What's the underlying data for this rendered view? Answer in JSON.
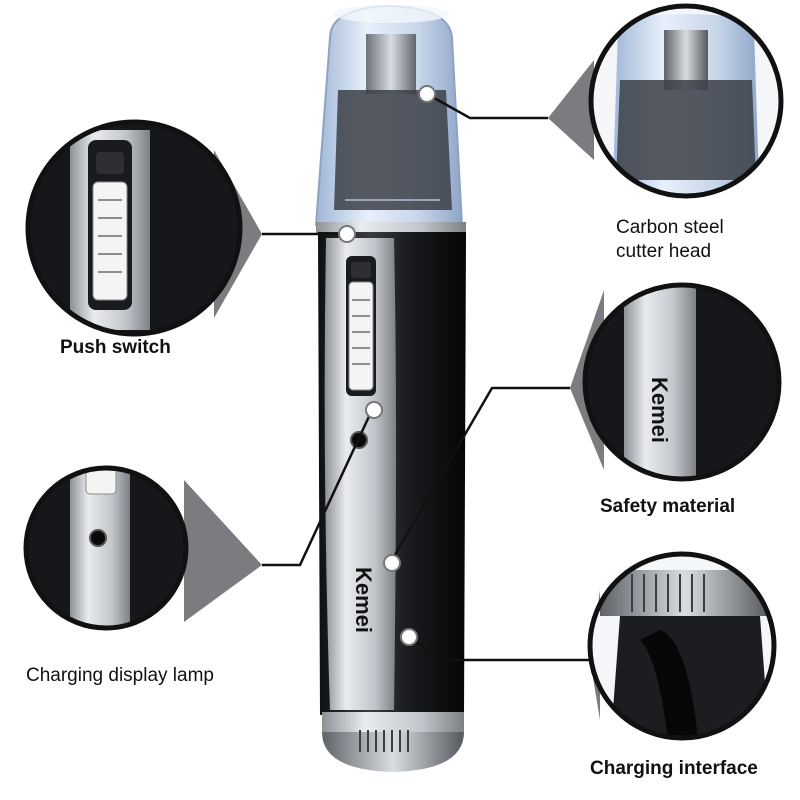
{
  "product": {
    "brand_on_body": "Kemei",
    "brand_on_detail": "Kemei"
  },
  "callouts": {
    "cutter_head": {
      "line1": "Carbon steel",
      "line2": "cutter head"
    },
    "push_switch": "Push switch",
    "safety_material": "Safety material",
    "charging_lamp": "Charging display lamp",
    "charging_interface": "Charging interface"
  },
  "colors": {
    "body_dark": "#1d1f22",
    "panel_silver": "#c9ccd0",
    "cap_blue": "#c6d6ec",
    "accent_line": "#111111"
  }
}
